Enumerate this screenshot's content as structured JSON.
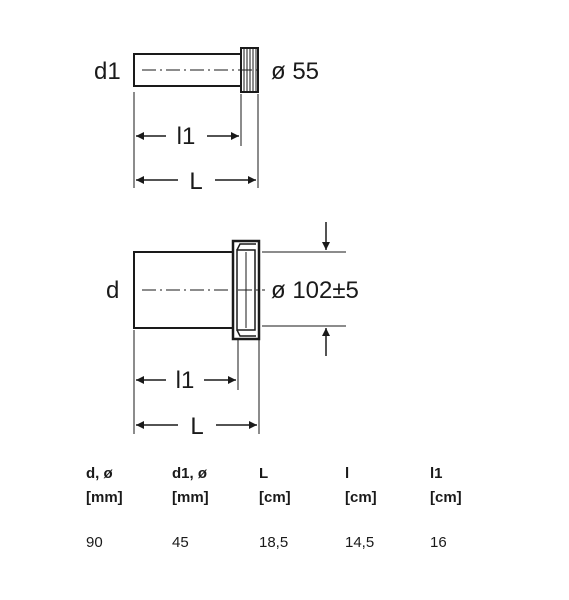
{
  "drawing_top": {
    "label_inner": "d1",
    "label_outer": "ø 55",
    "dim_short": "l1",
    "dim_long": "L"
  },
  "drawing_bottom": {
    "label_inner": "d",
    "label_outer": "ø 102±5",
    "dim_short": "l1",
    "dim_long": "L"
  },
  "specs": {
    "columns": [
      {
        "header_line1": "d, ø",
        "header_line2": "[mm]",
        "value": "90"
      },
      {
        "header_line1": "d1, ø",
        "header_line2": "[mm]",
        "value": "45"
      },
      {
        "header_line1": "L",
        "header_line2": "[cm]",
        "value": "18,5"
      },
      {
        "header_line1": "l",
        "header_line2": "[cm]",
        "value": "14,5"
      },
      {
        "header_line1": "l1",
        "header_line2": "[cm]",
        "value": "16"
      }
    ]
  }
}
